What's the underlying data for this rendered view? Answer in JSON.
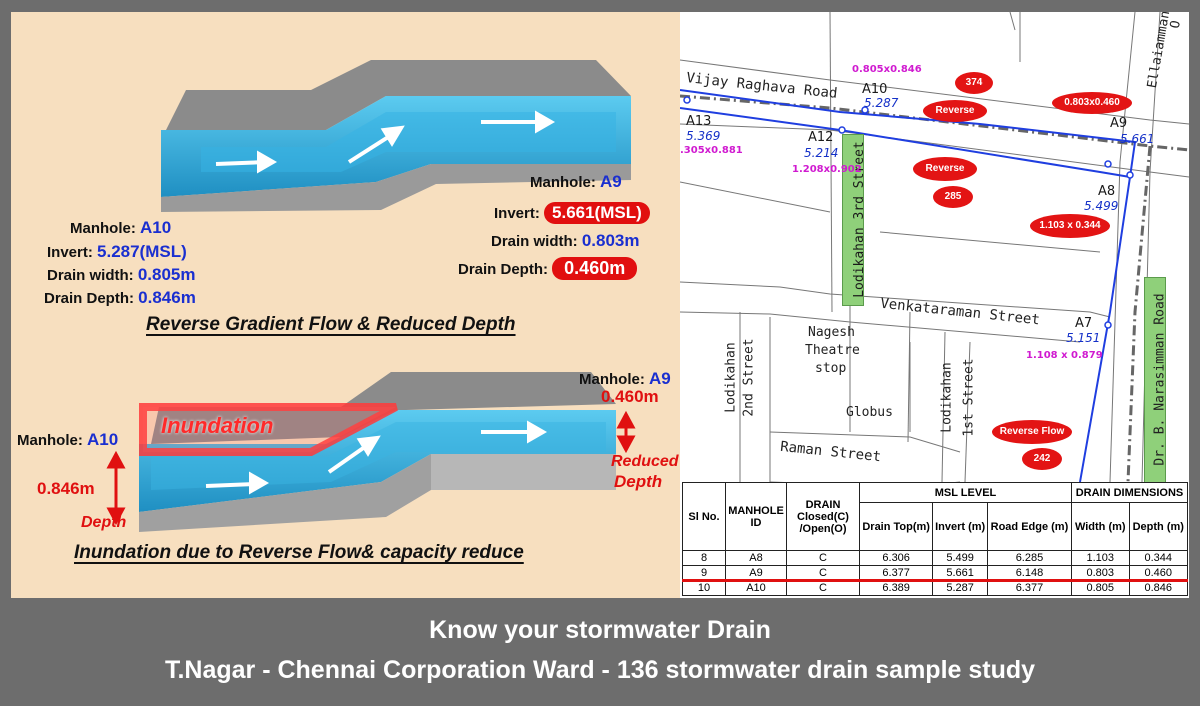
{
  "top_diagram": {
    "a10": {
      "manhole_label": "Manhole:",
      "manhole": "A10",
      "invert_label": "Invert:",
      "invert": "5.287(MSL)",
      "width_label": "Drain width:",
      "width": "0.805m",
      "depth_label": "Drain Depth:",
      "depth": "0.846m"
    },
    "a9": {
      "manhole_label": "Manhole:",
      "manhole": "A9",
      "invert_label": "Invert:",
      "invert": "5.661(MSL)",
      "width_label": "Drain width:",
      "width": "0.803m",
      "depth_label": "Drain Depth:",
      "depth": "0.460m"
    },
    "caption": "Reverse Gradient Flow & Reduced Depth"
  },
  "bottom_diagram": {
    "a9_label": "Manhole:",
    "a9": "A9",
    "a9_depth": "0.460m",
    "a10_label": "Manhole:",
    "a10": "A10",
    "a10_depth": "0.846m",
    "inundation": "Inundation",
    "depth_word": "Depth",
    "reduced_word": "Reduced",
    "reduced_depth_word": "Depth",
    "caption": "Inundation due to Reverse Flow& capacity reduce"
  },
  "colors": {
    "accent_red": "#e10f0f",
    "value_blue": "#1a2fd0",
    "water": "#2fa8d8",
    "panel_bg": "#f7dfbf",
    "frame": "#6d6d6d"
  },
  "map": {
    "streets": {
      "vijay": "Vijay Raghava Road",
      "ellaiamman": "Ellaiamman",
      "ellaiamman_cut": "O",
      "lodikahan3": "Lodikahan 3rd Street",
      "venkataraman": "Venkataraman Street",
      "nagesh1": "Nagesh",
      "nagesh2": "Theatre",
      "nagesh3": "stop",
      "globus": "Globus",
      "lodikahan2_1": "Lodikahan",
      "lodikahan2_2": "2nd Street",
      "lodikahan1_1": "Lodikahan",
      "lodikahan1_2": "1st Street",
      "raman": "Raman Street",
      "narasimman": "Dr. B. Narasimman Road"
    },
    "manholes": {
      "a13": {
        "id": "A13",
        "inv": "5.369",
        "dim": ".305x0.881"
      },
      "a12": {
        "id": "A12",
        "inv": "5.214",
        "dim": "1.208x0.902"
      },
      "a10": {
        "id": "A10",
        "inv": "5.287",
        "dim": "0.805x0.846"
      },
      "a9": {
        "id": "A9",
        "inv": "5.661",
        "dim": "0.803x0.460"
      },
      "a8": {
        "id": "A8",
        "inv": "5.499",
        "dim": "1.103 x 0.344"
      },
      "a7": {
        "id": "A7",
        "inv": "5.151",
        "dim": "1.108 x 0.879"
      }
    },
    "badges": {
      "b374": "374",
      "b285": "285",
      "b242": "242",
      "reverse_flow": "Reverse Flow"
    }
  },
  "table": {
    "headers": {
      "sl": "Sl No.",
      "manhole": "MANHOLE ID",
      "drain": "DRAIN Closed(C) /Open(O)",
      "msl": "MSL LEVEL",
      "dims": "DRAIN DIMENSIONS",
      "top": "Drain Top(m)",
      "invert": "Invert (m)",
      "road": "Road Edge (m)",
      "width": "Width (m)",
      "depth": "Depth (m)"
    },
    "rows": [
      [
        "8",
        "A8",
        "C",
        "6.306",
        "5.499",
        "6.285",
        "1.103",
        "0.344"
      ],
      [
        "9",
        "A9",
        "C",
        "6.377",
        "5.661",
        "6.148",
        "0.803",
        "0.460"
      ],
      [
        "10",
        "A10",
        "C",
        "6.389",
        "5.287",
        "6.377",
        "0.805",
        "0.846"
      ]
    ]
  },
  "footer": {
    "line1": "Know your stormwater Drain",
    "line2": "T.Nagar - Chennai Corporation Ward - 136 stormwater drain sample study"
  }
}
